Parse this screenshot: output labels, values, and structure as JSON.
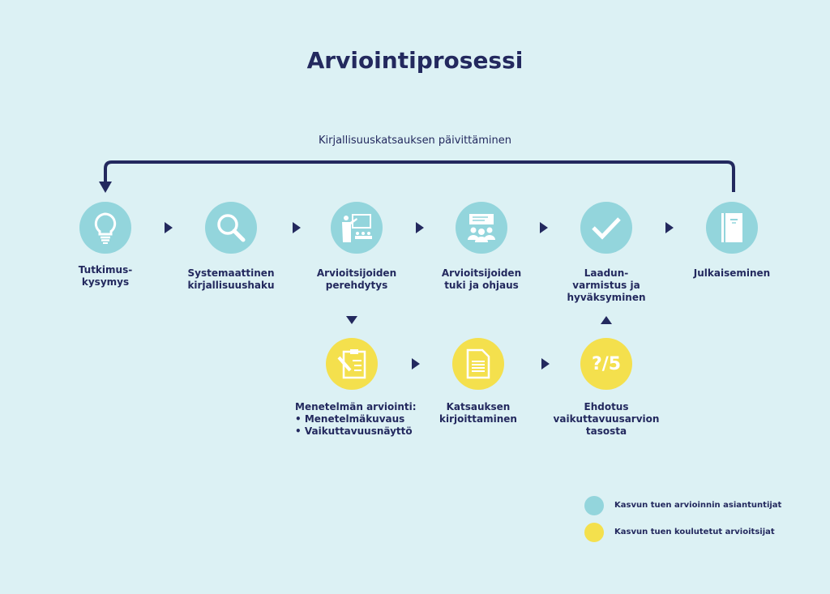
{
  "title": "Arviointiprosessi",
  "loop_label": "Kirjallisuuskatsauksen päivittäminen",
  "steps_top": [
    {
      "icon": "lightbulb-icon",
      "label": [
        "Tutkimus-",
        "kysymys"
      ]
    },
    {
      "icon": "magnifier-icon",
      "label": [
        "Systemaattinen",
        "kirjallisuushaku"
      ]
    },
    {
      "icon": "teacher-icon",
      "label": [
        "Arvioitsijoiden",
        "perehdytys"
      ]
    },
    {
      "icon": "group-discussion-icon",
      "label": [
        "Arvioitsijoiden",
        "tuki ja ohjaus"
      ]
    },
    {
      "icon": "checkmark-icon",
      "label": [
        "Laadun-",
        "varmistus ja",
        "hyväksyminen"
      ]
    },
    {
      "icon": "book-icon",
      "label": [
        "Julkaiseminen"
      ]
    }
  ],
  "steps_bottom": [
    {
      "icon": "clipboard-icon",
      "label": [
        "Menetelmän arviointi:",
        "•  Menetelmäkuvaus",
        "•  Vaikuttavuusnäyttö"
      ]
    },
    {
      "icon": "document-icon",
      "label": [
        "Katsauksen",
        "kirjoittaminen"
      ]
    },
    {
      "icon": "score-icon",
      "icon_text": "?/5",
      "label": [
        "Ehdotus",
        "vaikuttavuusarvion",
        "tasosta"
      ]
    }
  ],
  "legend": [
    {
      "color": "#93d5dc",
      "label": "Kasvun tuen arvioinnin asiantuntijat"
    },
    {
      "color": "#f4e04d",
      "label": "Kasvun tuen koulutetut arvioitsijat"
    }
  ],
  "colors": {
    "navy": "#23295e",
    "teal": "#93d5dc",
    "yellow": "#f4e04d",
    "background": "#dcf1f4"
  }
}
